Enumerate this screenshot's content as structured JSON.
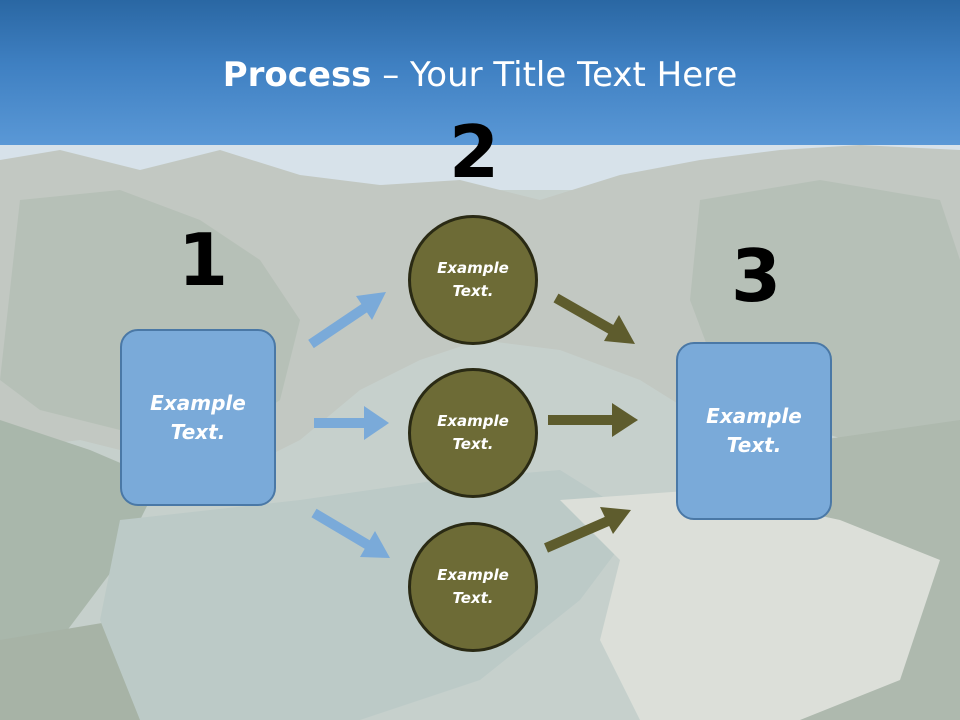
{
  "slide": {
    "title_bold": "Process",
    "title_rest": " – Your Title Text Here",
    "steps": {
      "one": "1",
      "two": "2",
      "three": "3"
    },
    "left_box": "Example\nText.",
    "right_box": "Example\nText.",
    "circles": [
      "Example\nText.",
      "Example\nText.",
      "Example\nText."
    ]
  },
  "colors": {
    "header": "#3f80c2",
    "box_fill": "#7aaad9",
    "circle_fill": "#6d6b36",
    "arrow_blue": "#7aaad9",
    "arrow_olive": "#5e5c2d"
  }
}
